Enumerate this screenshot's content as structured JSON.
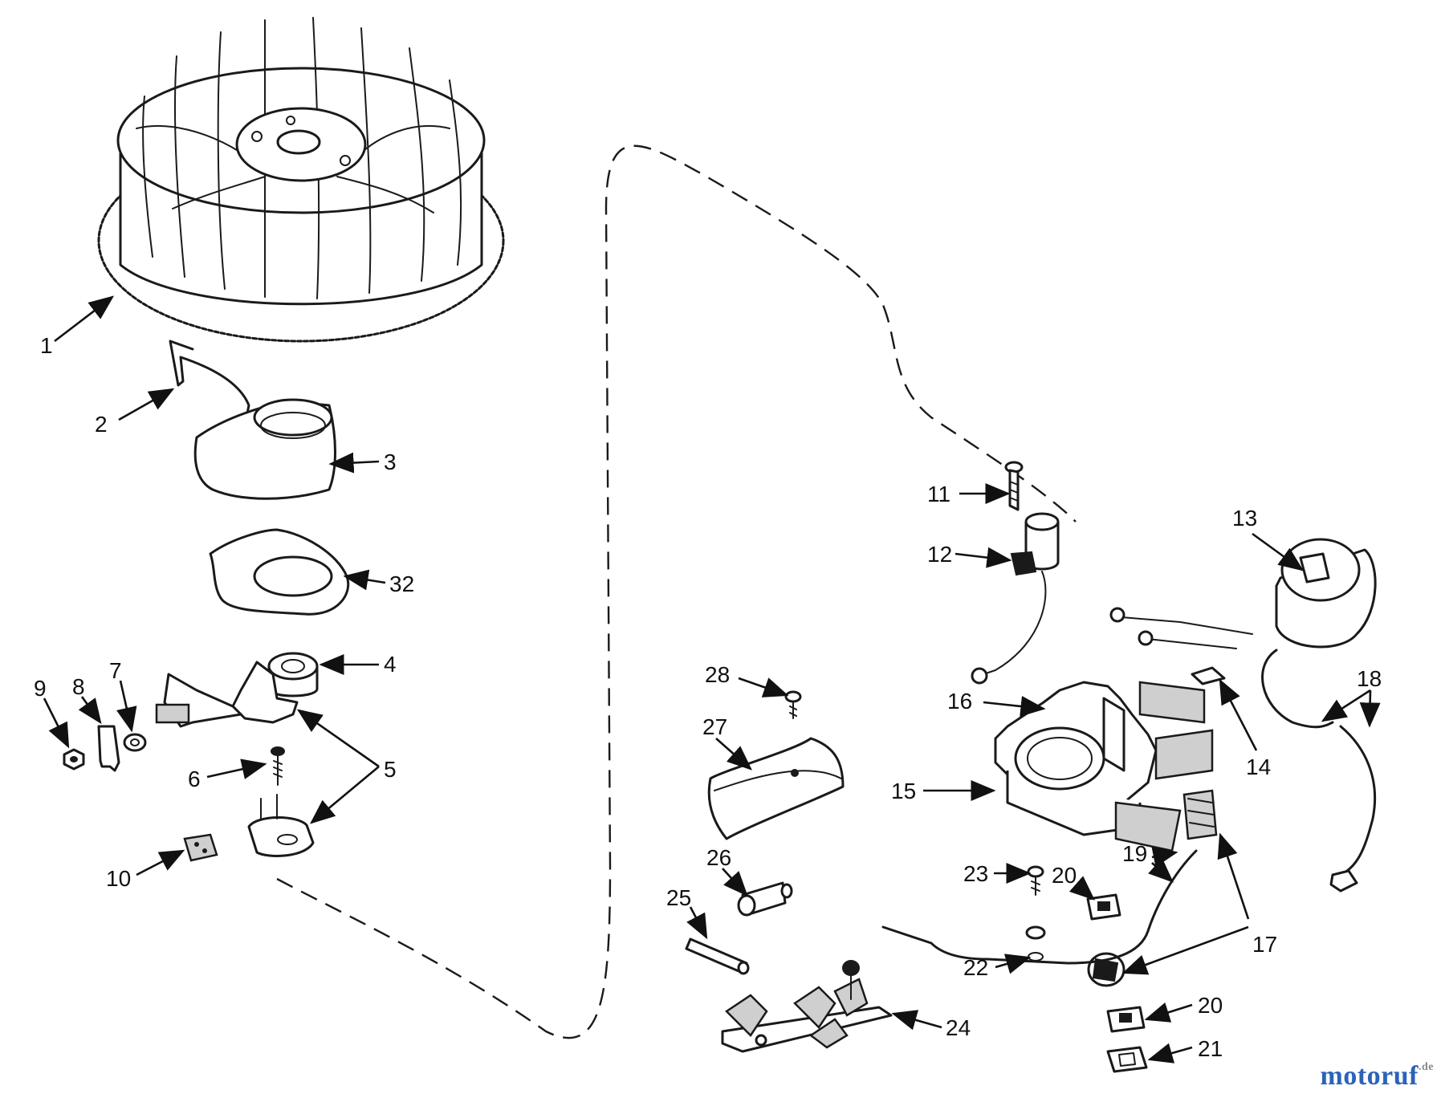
{
  "labels": {
    "l1": "1",
    "l2": "2",
    "l3": "3",
    "l32": "32",
    "l4": "4",
    "l5": "5",
    "l6": "6",
    "l7": "7",
    "l8": "8",
    "l9": "9",
    "l10": "10",
    "l11": "11",
    "l12": "12",
    "l13": "13",
    "l14": "14",
    "l15": "15",
    "l16": "16",
    "l17": "17",
    "l18": "18",
    "l19": "19",
    "l20a": "20",
    "l20b": "20",
    "l21": "21",
    "l22": "22",
    "l23": "23",
    "l24": "24",
    "l25": "25",
    "l26": "26",
    "l27": "27",
    "l28": "28"
  },
  "watermark": {
    "name": "motoruf",
    "tld": ".de"
  }
}
